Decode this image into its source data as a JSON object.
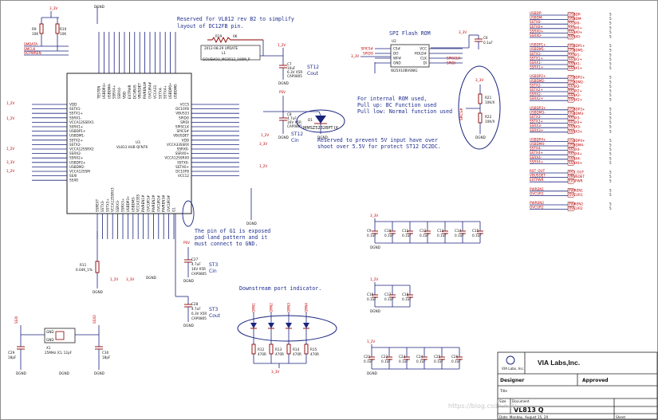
{
  "title_block": {
    "company": "VIA Labs,Inc.",
    "logo_text": "VIA Labs, Inc.",
    "designer_label": "Designer",
    "approved_label": "Approved",
    "title_label": "Title",
    "size_label": "Size",
    "document_label": "Document",
    "document": "VL813 Q",
    "date": "Date: Monday, August 15, 20",
    "sheet": "Sheet"
  },
  "notes": {
    "reserved_vl812": "Reserved for VL812 rev B2 to simplify layout of DC12FB pin.",
    "spi_flash": "SPI Flash ROM",
    "internal_rom": "For internal ROM used,\nPull up: BC Function used\nPull low: Normal function used",
    "prevent_5v": "Reserved to prevent 5V input have over\nshoot over 5.5V for protect ST12 DC2DC.",
    "pin_g1": "The pin of G1 is exposed\npad land pattern and it\nmust connect to GND.",
    "downstream": "Downstream port indicator.",
    "watermark": "https://blog.csdn.net/..."
  },
  "main_ic": {
    "ref": "U3",
    "name": "VL813 HUB QFN76",
    "left_pins": [
      "VDD",
      "SSTX1-",
      "SSTX1+",
      "SSRX1-",
      "VCCA12SSRX1",
      "SSRX1+",
      "USBDP1+",
      "USBDM1-",
      "SSTX2+",
      "SSTX2-",
      "VCCA12SSRX2",
      "SSRX2-",
      "SSRX2+",
      "USBDP2+",
      "USBDM2-",
      "VCCA12SSM",
      "SSXI",
      "SSXO"
    ],
    "right_pins": [
      "VCCS",
      "DC10FB",
      "VBUS33",
      "SPIDO",
      "SPIDI",
      "SPISCLK",
      "SPICS#",
      "VBUSDET",
      "VDD",
      "VCCA33SSRX",
      "SSRX0-",
      "SSRX0+",
      "VCCA12SSRX0",
      "SSTX0-",
      "SSTX0+",
      "DC10FB",
      "VCC12"
    ],
    "top_pins": [
      "TESTEN",
      "USBDP4+",
      "USBDM4-",
      "SSRX4+",
      "SSRX4-",
      "VDD",
      "EXTPWR",
      "DCVBUS",
      "VBUSDET",
      "PWREN4#",
      "OVCUR4#",
      "VCCA33",
      "SSTX4-",
      "SSTX4+",
      "USBDP0+",
      "USBDM0-"
    ],
    "bottom_pins": [
      "SSREXT",
      "SSTX3-",
      "SSTX3+",
      "VCCA12SSRX3",
      "SSRX3-",
      "SSRX3+",
      "USBDP3+",
      "USBDM3-",
      "VCCA33SS",
      "PWREN1#",
      "OVCUR1#",
      "PWREN2#",
      "OVCUR2#",
      "PWREN3#",
      "OVCUR3#",
      "G1"
    ]
  },
  "flash_ic": {
    "ref": "U2",
    "name": "W25X10BVSNIG",
    "left_pins": [
      "CS#",
      "DO",
      "WP#",
      "GND"
    ],
    "right_pins": [
      "VCC",
      "HOLD#",
      "CLK",
      "DI"
    ],
    "left_nets": [
      "SPICS#",
      "SPIDO",
      "",
      ""
    ],
    "right_nets": [
      "",
      "",
      "SPISCLK",
      "SPIDI"
    ]
  },
  "components": {
    "r9": {
      "ref": "R9",
      "value": "10K"
    },
    "r10": {
      "ref": "R10",
      "value": "10K"
    },
    "r19": {
      "ref": "R19",
      "value": "0K"
    },
    "r19_note": "2012-08-29 UPDATE",
    "l_label": "L1",
    "l_value": "GOUSHOU_MC0512_100M_P",
    "c7": {
      "ref": "C7",
      "value": "10uF",
      "rating": "6.3V X5R",
      "pkg": "CAP0805"
    },
    "st12_cout": "ST12\nCout",
    "c8": {
      "ref": "C8",
      "value": "4.7uF",
      "rating": "16V X5R",
      "pkg": "CAP0805"
    },
    "st12_cin": "ST12\nCin",
    "d1": {
      "ref": "D1",
      "value": "MMSZ5232BPT IX"
    },
    "c27": {
      "ref": "C27",
      "value": "4.7uF",
      "rating": "16V X5R",
      "pkg": "CAP0805"
    },
    "st3_cin": "ST3\nCin",
    "c28": {
      "ref": "C28",
      "value": "4.7uF",
      "rating": "6.3V X5R",
      "pkg": "CAP0805"
    },
    "st3_cout": "ST3\nCout",
    "r11": {
      "ref": "R11",
      "value": "6.04K_1%"
    },
    "r21": {
      "ref": "R21",
      "value": "10K/X"
    },
    "r22": {
      "ref": "R22",
      "value": "10K/X"
    },
    "c6": {
      "ref": "C6",
      "value": "0.1uF"
    },
    "x1": {
      "ref": "X1",
      "value": "25MHz /CL 12pF"
    },
    "c29": {
      "ref": "C29",
      "value": "18pF"
    },
    "c30": {
      "ref": "C30",
      "value": "18pF"
    },
    "leds": [
      "GRN1",
      "GRN2",
      "GRN3",
      "GRN4"
    ],
    "led_resistors": [
      {
        "ref": "R12",
        "value": "470R"
      },
      {
        "ref": "R13",
        "value": "470R"
      },
      {
        "ref": "R14",
        "value": "470R"
      },
      {
        "ref": "R15",
        "value": "470R"
      }
    ],
    "decoupling_row1": [
      {
        "ref": "C9",
        "value": "0.1uF"
      },
      {
        "ref": "C10",
        "value": "0.1uF"
      },
      {
        "ref": "C11",
        "value": "0.1uF"
      },
      {
        "ref": "C12",
        "value": "0.1uF"
      },
      {
        "ref": "C13",
        "value": "0.1uF"
      },
      {
        "ref": "C14",
        "value": "0.1uF"
      },
      {
        "ref": "C15",
        "value": "0.1uF"
      }
    ],
    "decoupling_row2": [
      {
        "ref": "C16",
        "value": "0.1uF"
      },
      {
        "ref": "C17",
        "value": "0.1uF"
      },
      {
        "ref": "C18",
        "value": "0.1uF"
      }
    ],
    "decoupling_row3": [
      {
        "ref": "C21",
        "value": "0.1uF"
      },
      {
        "ref": "C22",
        "value": "0.1uF"
      },
      {
        "ref": "C23",
        "value": "0.1uF"
      },
      {
        "ref": "C24",
        "value": "0.1uF"
      },
      {
        "ref": "C25",
        "value": "0.1uF"
      },
      {
        "ref": "C26",
        "value": "0.1uF"
      }
    ]
  },
  "power_labels": {
    "v33": "3_3V",
    "v12": "1_2V",
    "psv": "PSV",
    "dgnd": "DGND"
  },
  "hier_ports": [
    {
      "label": "USBDP-",
      "num": "5"
    },
    {
      "label": "USBDM-",
      "num": "5"
    },
    {
      "label": "SSTX0-",
      "num": "5"
    },
    {
      "label": "SSTX0+",
      "num": "5"
    },
    {
      "label": "SSRX0+",
      "num": "5"
    },
    {
      "label": "SSRX0-",
      "num": "5"
    },
    {
      "label": "USBDP1+",
      "num": "5"
    },
    {
      "label": "USBDM1-",
      "num": "5"
    },
    {
      "label": "SSTX1-",
      "num": "5"
    },
    {
      "label": "SSTX1+",
      "num": "5"
    },
    {
      "label": "SSRX1-",
      "num": "5"
    },
    {
      "label": "SSRX1+",
      "num": "5"
    },
    {
      "label": "USBDP2+",
      "num": "5"
    },
    {
      "label": "USBDM2-",
      "num": "5"
    },
    {
      "label": "SSTX2-",
      "num": "5"
    },
    {
      "label": "SSTX2+",
      "num": "5"
    },
    {
      "label": "SSRX2-",
      "num": "5"
    },
    {
      "label": "SSRX2+",
      "num": "5"
    },
    {
      "label": "USBDP3+",
      "num": "5"
    },
    {
      "label": "USBDM3-",
      "num": "5"
    },
    {
      "label": "SSTX3-",
      "num": "5"
    },
    {
      "label": "SSTX3+",
      "num": "5"
    },
    {
      "label": "SSRX3-",
      "num": "5"
    },
    {
      "label": "SSRX3+",
      "num": "5"
    },
    {
      "label": "USBDP4+",
      "num": "5"
    },
    {
      "label": "USBDM4-",
      "num": "5"
    },
    {
      "label": "SSTX4-",
      "num": "5"
    },
    {
      "label": "SSTX4+",
      "num": "5"
    },
    {
      "label": "SSRX4-",
      "num": "5"
    },
    {
      "label": "SSRX4+",
      "num": "5"
    },
    {
      "label": "RST_OUT",
      "num": "5"
    },
    {
      "label": "VBUSDET",
      "num": "5"
    },
    {
      "label": "EXTPWR",
      "num": "5"
    },
    {
      "label": "PWREN1",
      "num": "5"
    },
    {
      "label": "OVCUR1",
      "num": "5"
    },
    {
      "label": "PWREN2",
      "num": "5"
    },
    {
      "label": "OVCUR2",
      "num": "5"
    }
  ],
  "left_nets": [
    "SMDATA",
    "SMCLK",
    "OCPWREN"
  ]
}
